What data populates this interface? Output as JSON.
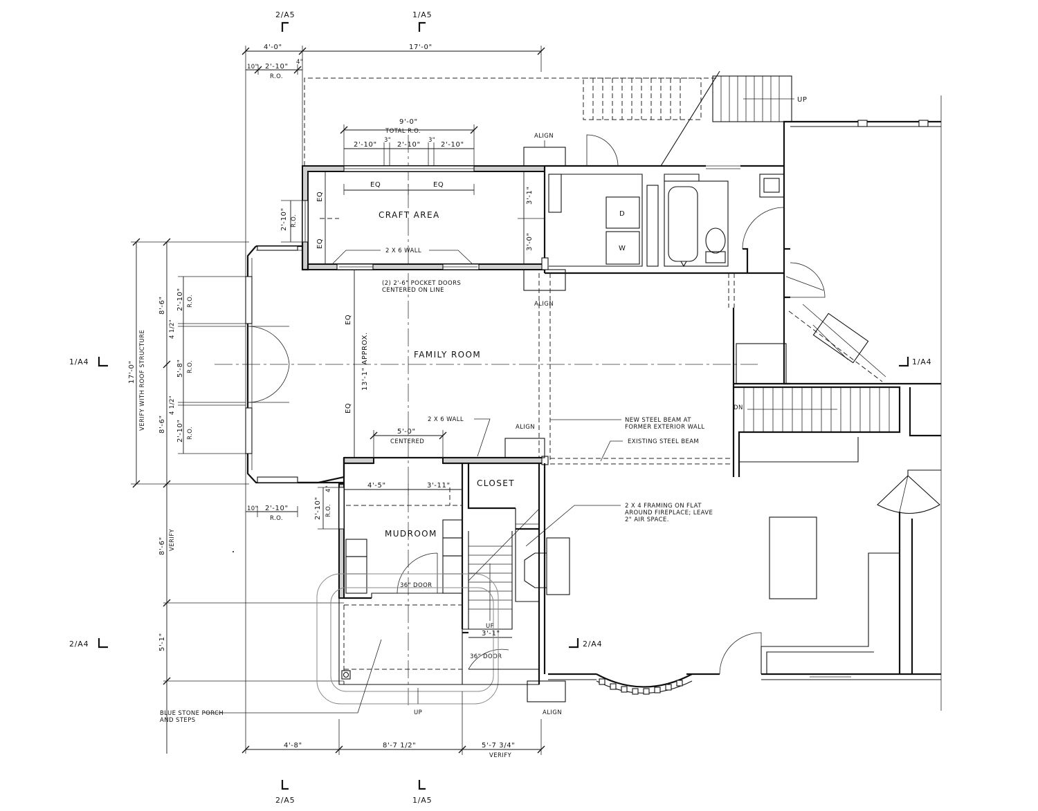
{
  "sections": {
    "top_left": "2/A5",
    "top_right": "1/A5",
    "bottom_left": "2/A5",
    "bottom_right": "1/A5",
    "left_mid": "1/A4",
    "left_low": "2/A4",
    "right_mid": "1/A4",
    "center_low": "2/A4"
  },
  "rooms": {
    "craft": "CRAFT AREA",
    "family": "FAMILY ROOM",
    "mudroom": "MUDROOM",
    "closet": "CLOSET"
  },
  "dimensions": {
    "top_4_0": "4'-0\"",
    "top_17_0": "17'-0\"",
    "top_10": "10\"",
    "top_2_10_ro": "2'-10\"",
    "top_ro": "R.O.",
    "top_4": "4\"",
    "win_9_0": "9'-0\"",
    "win_total_ro": "TOTAL R.O.",
    "win_a": "2'-10\"",
    "win_3a": "3\"",
    "win_b": "2'-10\"",
    "win_3b": "3\"",
    "win_c": "2'-10\"",
    "eq_a": "EQ",
    "eq_b": "EQ",
    "craft_side_2_10": "2'-10\"",
    "craft_side_ro": "R.O.",
    "craft_eq_a": "EQ",
    "craft_eq_b": "EQ",
    "craft_right_3_1": "3'-1\"",
    "craft_right_3_0": "3'-0\"",
    "fam_eq_a": "EQ",
    "fam_eq_b": "EQ",
    "fam_13_1": "13'-1\" APPROX.",
    "left_17_0": "17'-0\"",
    "left_verify_roof": "VERIFY WITH ROOF STRUCTURE",
    "left_8_6_top": "8'-6\"",
    "left_8_6_bottom": "8'-6\"",
    "left_4_half_a": "4 1/2\"",
    "left_4_half_b": "4 1/2\"",
    "left_2_10_a": "2'-10\"",
    "left_ro_a": "R.O.",
    "left_5_8": "5'-8\"",
    "left_ro_b": "R.O.",
    "left_2_10_b": "2'-10\"",
    "left_ro_c": "R.O.",
    "left_8_6_low": "8'-6\"",
    "left_verify": "VERIFY",
    "left_5_1": "5'-1\"",
    "mud_10": "10\"",
    "mud_2_10": "2'-10\"",
    "mud_ro": "R.O.",
    "mud_side_2_10": "2'-10\"",
    "mud_side_ro": "R.O.",
    "mud_side_4": "4\"",
    "mud_4_5": "4'-5\"",
    "mud_3_11": "3'-11\"",
    "centered_5_0": "5'-0\"",
    "centered": "CENTERED",
    "stair_3_1": "3'-1\"",
    "bottom_4_8": "4'-8\"",
    "bottom_8_7_half": "8'-7 1/2\"",
    "bottom_5_7_3q": "5'-7 3/4\"",
    "bottom_verify": "VERIFY"
  },
  "notes": {
    "align_top": "ALIGN",
    "align_mid": "ALIGN",
    "align_low": "ALIGN",
    "align_bottom": "ALIGN",
    "wall_2x6_top": "2 X 6 WALL",
    "pocket_doors_1": "(2) 2'-6\" POCKET DOORS",
    "pocket_doors_2": "CENTERED ON LINE",
    "wall_2x6_mid": "2 X 6 WALL",
    "steel_new_1": "NEW STEEL BEAM AT",
    "steel_new_2": "FORMER EXTERIOR WALL",
    "steel_existing": "EXISTING STEEL BEAM",
    "framing_1": "2 X 4 FRAMING ON FLAT",
    "framing_2": "AROUND FIREPLACE; LEAVE",
    "framing_3": "2\" AIR SPACE.",
    "porch_1": "BLUE STONE PORCH",
    "porch_2": "AND STEPS",
    "door_36_a": "36\" DOOR",
    "door_36_b": "36\" DOOR",
    "up_top": "UP",
    "up_stair": "UP",
    "up_porch": "UP",
    "dn": "DN",
    "dryer": "D",
    "washer": "W"
  }
}
